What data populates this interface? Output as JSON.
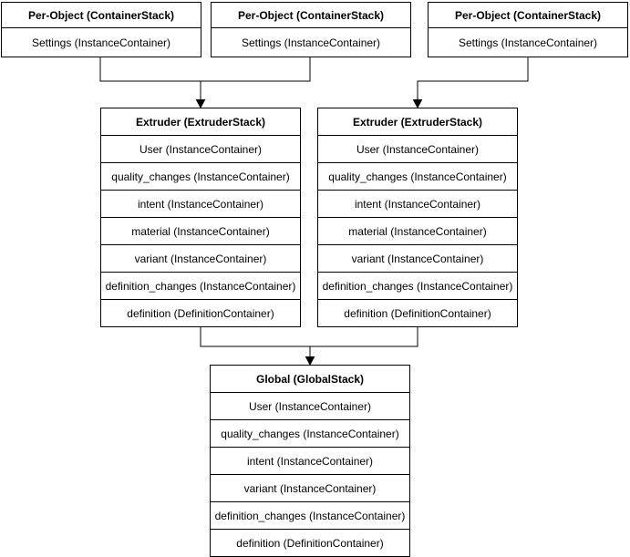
{
  "canvas": {
    "background": "#ffffff",
    "line_color": "#000000",
    "text_color": "#000000"
  },
  "stacks": {
    "per_object": [
      {
        "title": "Per-Object (ContainerStack)",
        "rows": [
          "Settings (InstanceContainer)"
        ]
      },
      {
        "title": "Per-Object (ContainerStack)",
        "rows": [
          "Settings (InstanceContainer)"
        ]
      },
      {
        "title": "Per-Object (ContainerStack)",
        "rows": [
          "Settings (InstanceContainer)"
        ]
      }
    ],
    "extruders": [
      {
        "title": "Extruder (ExtruderStack)",
        "rows": [
          "User (InstanceContainer)",
          "quality_changes (InstanceContainer)",
          "intent (InstanceContainer)",
          "material (InstanceContainer)",
          "variant (InstanceContainer)",
          "definition_changes (InstanceContainer)",
          "definition (DefinitionContainer)"
        ]
      },
      {
        "title": "Extruder (ExtruderStack)",
        "rows": [
          "User (InstanceContainer)",
          "quality_changes (InstanceContainer)",
          "intent (InstanceContainer)",
          "material (InstanceContainer)",
          "variant (InstanceContainer)",
          "definition_changes (InstanceContainer)",
          "definition (DefinitionContainer)"
        ]
      }
    ],
    "global": {
      "title": "Global (GlobalStack)",
      "rows": [
        "User (InstanceContainer)",
        "quality_changes (InstanceContainer)",
        "intent (InstanceContainer)",
        "variant (InstanceContainer)",
        "definition_changes (InstanceContainer)",
        "definition (DefinitionContainer)"
      ]
    }
  }
}
